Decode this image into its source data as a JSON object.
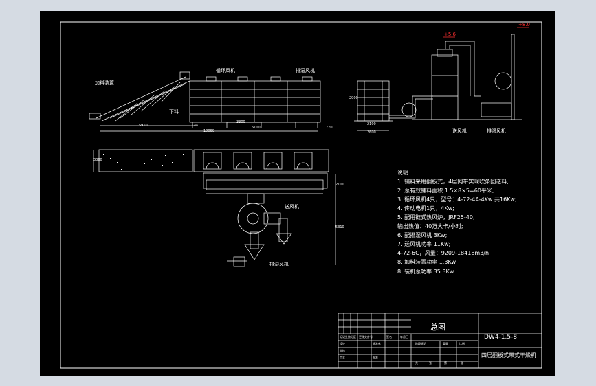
{
  "labels": {
    "feeder": "加料装置",
    "circ_fan": "循环风机",
    "exhaust_fan_top": "排湿风机",
    "discharge": "下料",
    "supply_fan": "送风机",
    "exhaust_fan_right": "排湿风机",
    "supply_fan_plan": "送风机",
    "exhaust_fan_plan": "排湿风机",
    "elev_small": "+5.6",
    "elev_large": "+8.0"
  },
  "dimensions": {
    "top_a": "5910",
    "top_b": "770",
    "top_c": "10060",
    "top_d": "3300",
    "top_e": "6100",
    "top_f": "770",
    "right_a": "2900",
    "right_b": "2100",
    "right_c": "2600",
    "plan_w": "3300",
    "plan_h": "2100",
    "plan_d": "5310"
  },
  "notes": {
    "heading": "说明:",
    "items": [
      "1. 铺料采用翻板式，4层网带实现吹条回送料;",
      "2. 总有效铺料面积 1.5×8×5=60平米;",
      "3. 循环风机4只，型号：4-72-4A-4Kw 共16Kw;",
      "4. 传动电机1只，4Kw;",
      "5. 配用链式热风炉，JRF25-40,",
      "   输出热值：40万大卡/小时;",
      "6. 配排湿风机 3Kw;",
      "7. 送风机功率 11Kw;",
      "   4-72-6C，风量：9209-18418m3/h",
      "8. 加料装置功率 1.3Kw",
      "8. 装机总功率 35.3Kw"
    ]
  },
  "title_block": {
    "drawing_title": "总图",
    "drawing_number": "DW4-1.5-8",
    "product_name": "四层翻板式带式干燥机",
    "cells": [
      "标记处数分区",
      "更改文件号",
      "签名",
      "年月日",
      "设计",
      "标准化",
      "阶段标记",
      "重量",
      "比例",
      "审核",
      "工艺",
      "批准",
      "共",
      "张",
      "第",
      "张"
    ]
  },
  "colors": {
    "background": "#d5dbe3",
    "sheet": "#000000",
    "line": "#ffffff",
    "accent": "#ff3030"
  }
}
